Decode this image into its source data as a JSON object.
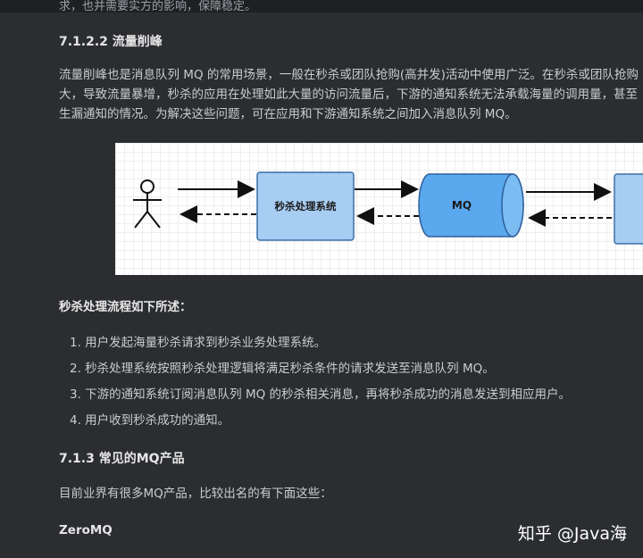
{
  "top_partial_text": "求，也并需要实方的影响，保障稳定。",
  "section_7122": {
    "title": "7.1.2.2 流量削峰",
    "paragraph_lines": [
      "流量削峰也是消息队列 MQ 的常用场景，一般在秒杀或团队抢购(高并发)活动中使用广泛。在秒杀或团队抢购",
      "大，导致流量暴增，秒杀的应用在处理如此大量的访问流量后，下游的通知系统无法承载海量的调用量，甚至",
      "生漏通知的情况。为解决这些问题，可在应用和下游通知系统之间加入消息队列 MQ。"
    ]
  },
  "diagram": {
    "box1_label": "秒杀处理系统",
    "queue_label": "MQ",
    "colors": {
      "box_fill": "#a8cdf3",
      "box_stroke": "#3a6fa8",
      "queue_fill": "#5aa8ee",
      "line": "#111111"
    }
  },
  "flow_heading": "秒杀处理流程如下所述：",
  "steps": [
    "1. 用户发起海量秒杀请求到秒杀业务处理系统。",
    "2. 秒杀处理系统按照秒杀处理逻辑将满足秒杀条件的请求发送至消息队列 MQ。",
    "3. 下游的通知系统订阅消息队列 MQ 的秒杀相关消息，再将秒杀成功的消息发送到相应用户。",
    "4. 用户收到秒杀成功的通知。"
  ],
  "section_713": {
    "title": "7.1.3 常见的MQ产品",
    "intro": "目前业界有很多MQ产品，比较出名的有下面这些："
  },
  "product_label": "ZeroMQ",
  "watermark": "知乎 @Java海"
}
